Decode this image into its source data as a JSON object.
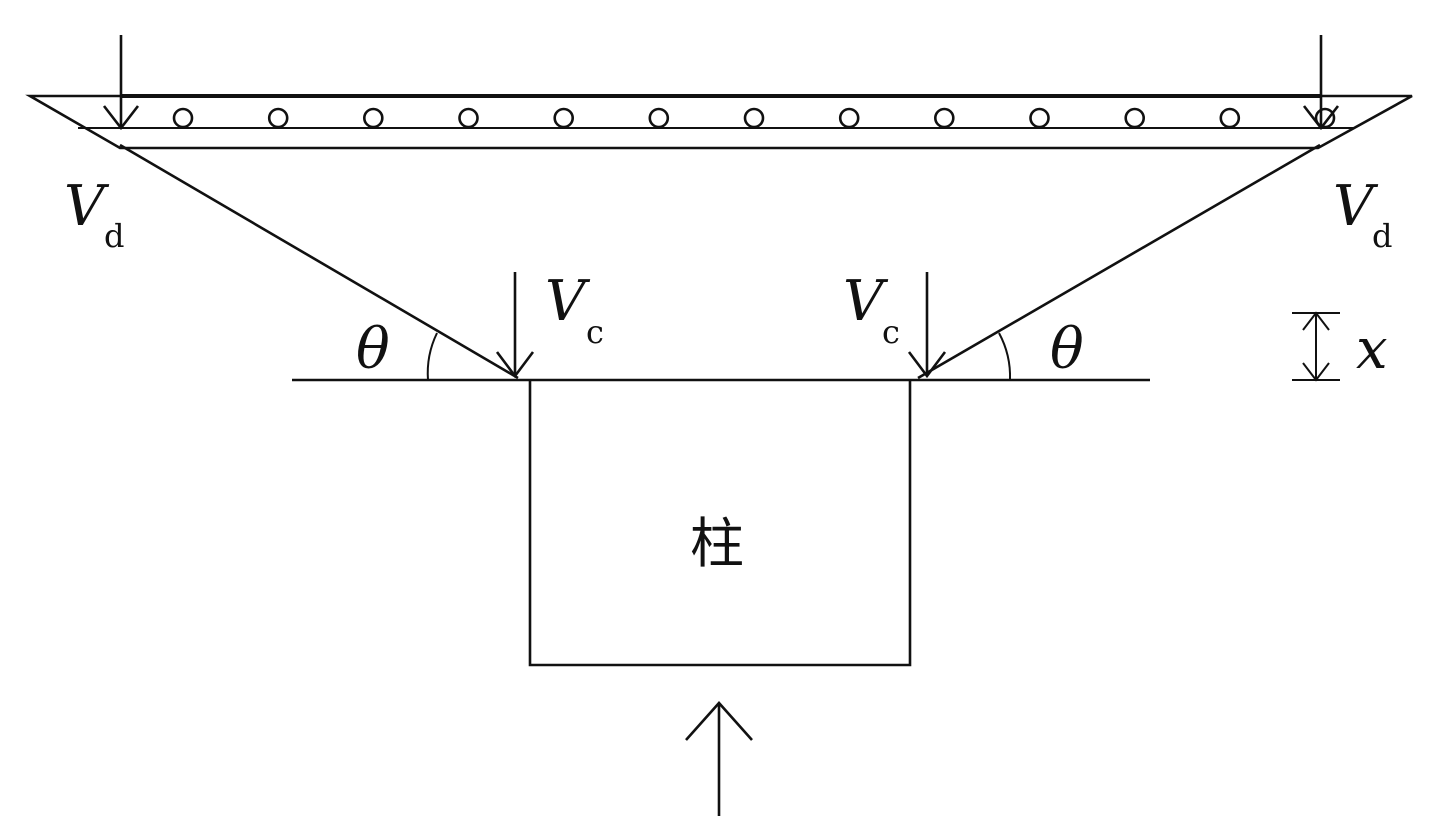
{
  "labels": {
    "vd_left_main": "V",
    "vd_left_sub": "d",
    "vd_right_main": "V",
    "vd_right_sub": "d",
    "vc_left_main": "V",
    "vc_left_sub": "c",
    "vc_right_main": "V",
    "vc_right_sub": "c",
    "theta_left": "θ",
    "theta_right": "θ",
    "x_dim": "x",
    "column": "柱"
  },
  "rebar_count": 13
}
